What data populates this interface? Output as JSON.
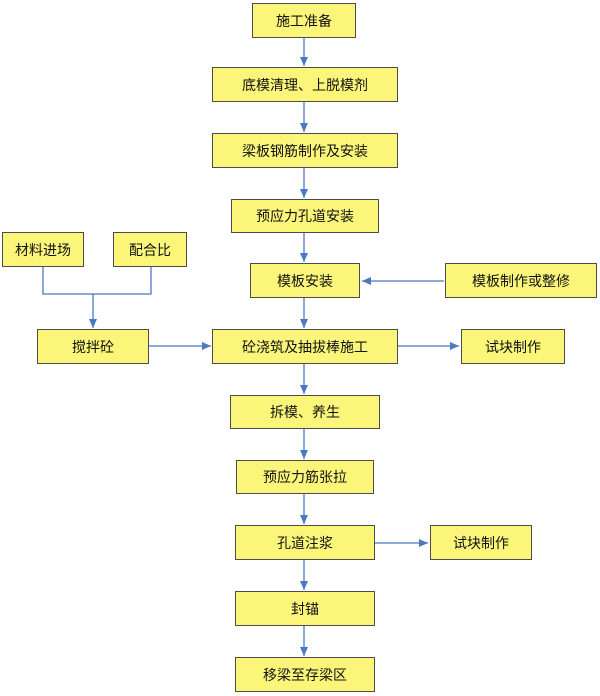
{
  "colors": {
    "box_fill": "#fbf67a",
    "box_border": "#4d4d4d",
    "arrow": "#4a78c2"
  },
  "nodes": {
    "prep": "施工准备",
    "bottom_form_clean": "底模清理、上脱模剂",
    "rebar_fab": "梁板钢筋制作及安装",
    "duct_install": "预应力孔道安装",
    "formwork_install": "模板安装",
    "formwork_fab": "模板制作或整修",
    "material_entry": "材料进场",
    "mix_ratio": "配合比",
    "mixing": "搅拌砼",
    "pouring": "砼浇筑及抽拔棒施工",
    "test_block_1": "试块制作",
    "demold_cure": "拆模、养生",
    "tensioning": "预应力筋张拉",
    "grouting": "孔道注浆",
    "test_block_2": "试块制作",
    "anchor_seal": "封锚",
    "move_beam": "移梁至存梁区"
  }
}
